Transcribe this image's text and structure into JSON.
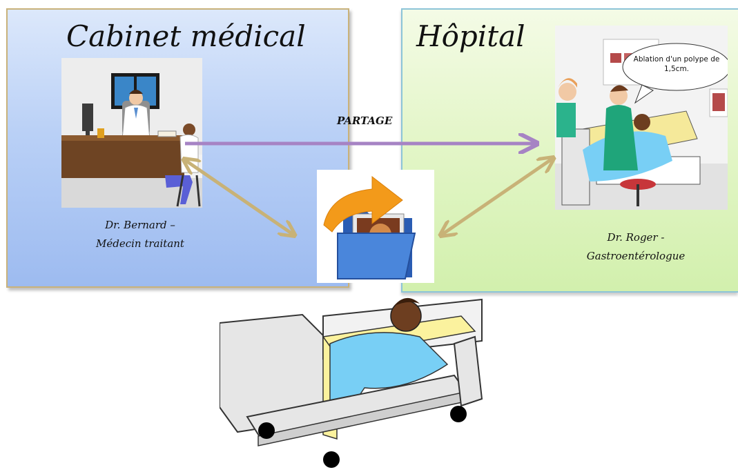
{
  "left_panel": {
    "title": "Cabinet médical",
    "caption_line1": "Dr. Bernard –",
    "caption_line2": "Médecin traitant"
  },
  "right_panel": {
    "title": "Hôpital",
    "caption_line1": "Dr. Roger -",
    "caption_line2": "Gastroentérologue",
    "speech_line1": "Ablation d'un polype de",
    "speech_line2": "1,5cm."
  },
  "arrow_label": "PARTAGE",
  "colors": {
    "cabinet_bg": "#b9d0f6",
    "hopital_bg": "#e4f6c9",
    "share_arrow": "#a683c4",
    "exchange_arrows": "#c8b277",
    "folder": "#3a70c9",
    "folder_arrow": "#f39a1a",
    "blanket": "#78cff5",
    "mattress": "#fbf29e"
  },
  "icons": [
    "office-scene",
    "hospital-scene",
    "folder-share-icon",
    "patient-bed-illustration"
  ]
}
